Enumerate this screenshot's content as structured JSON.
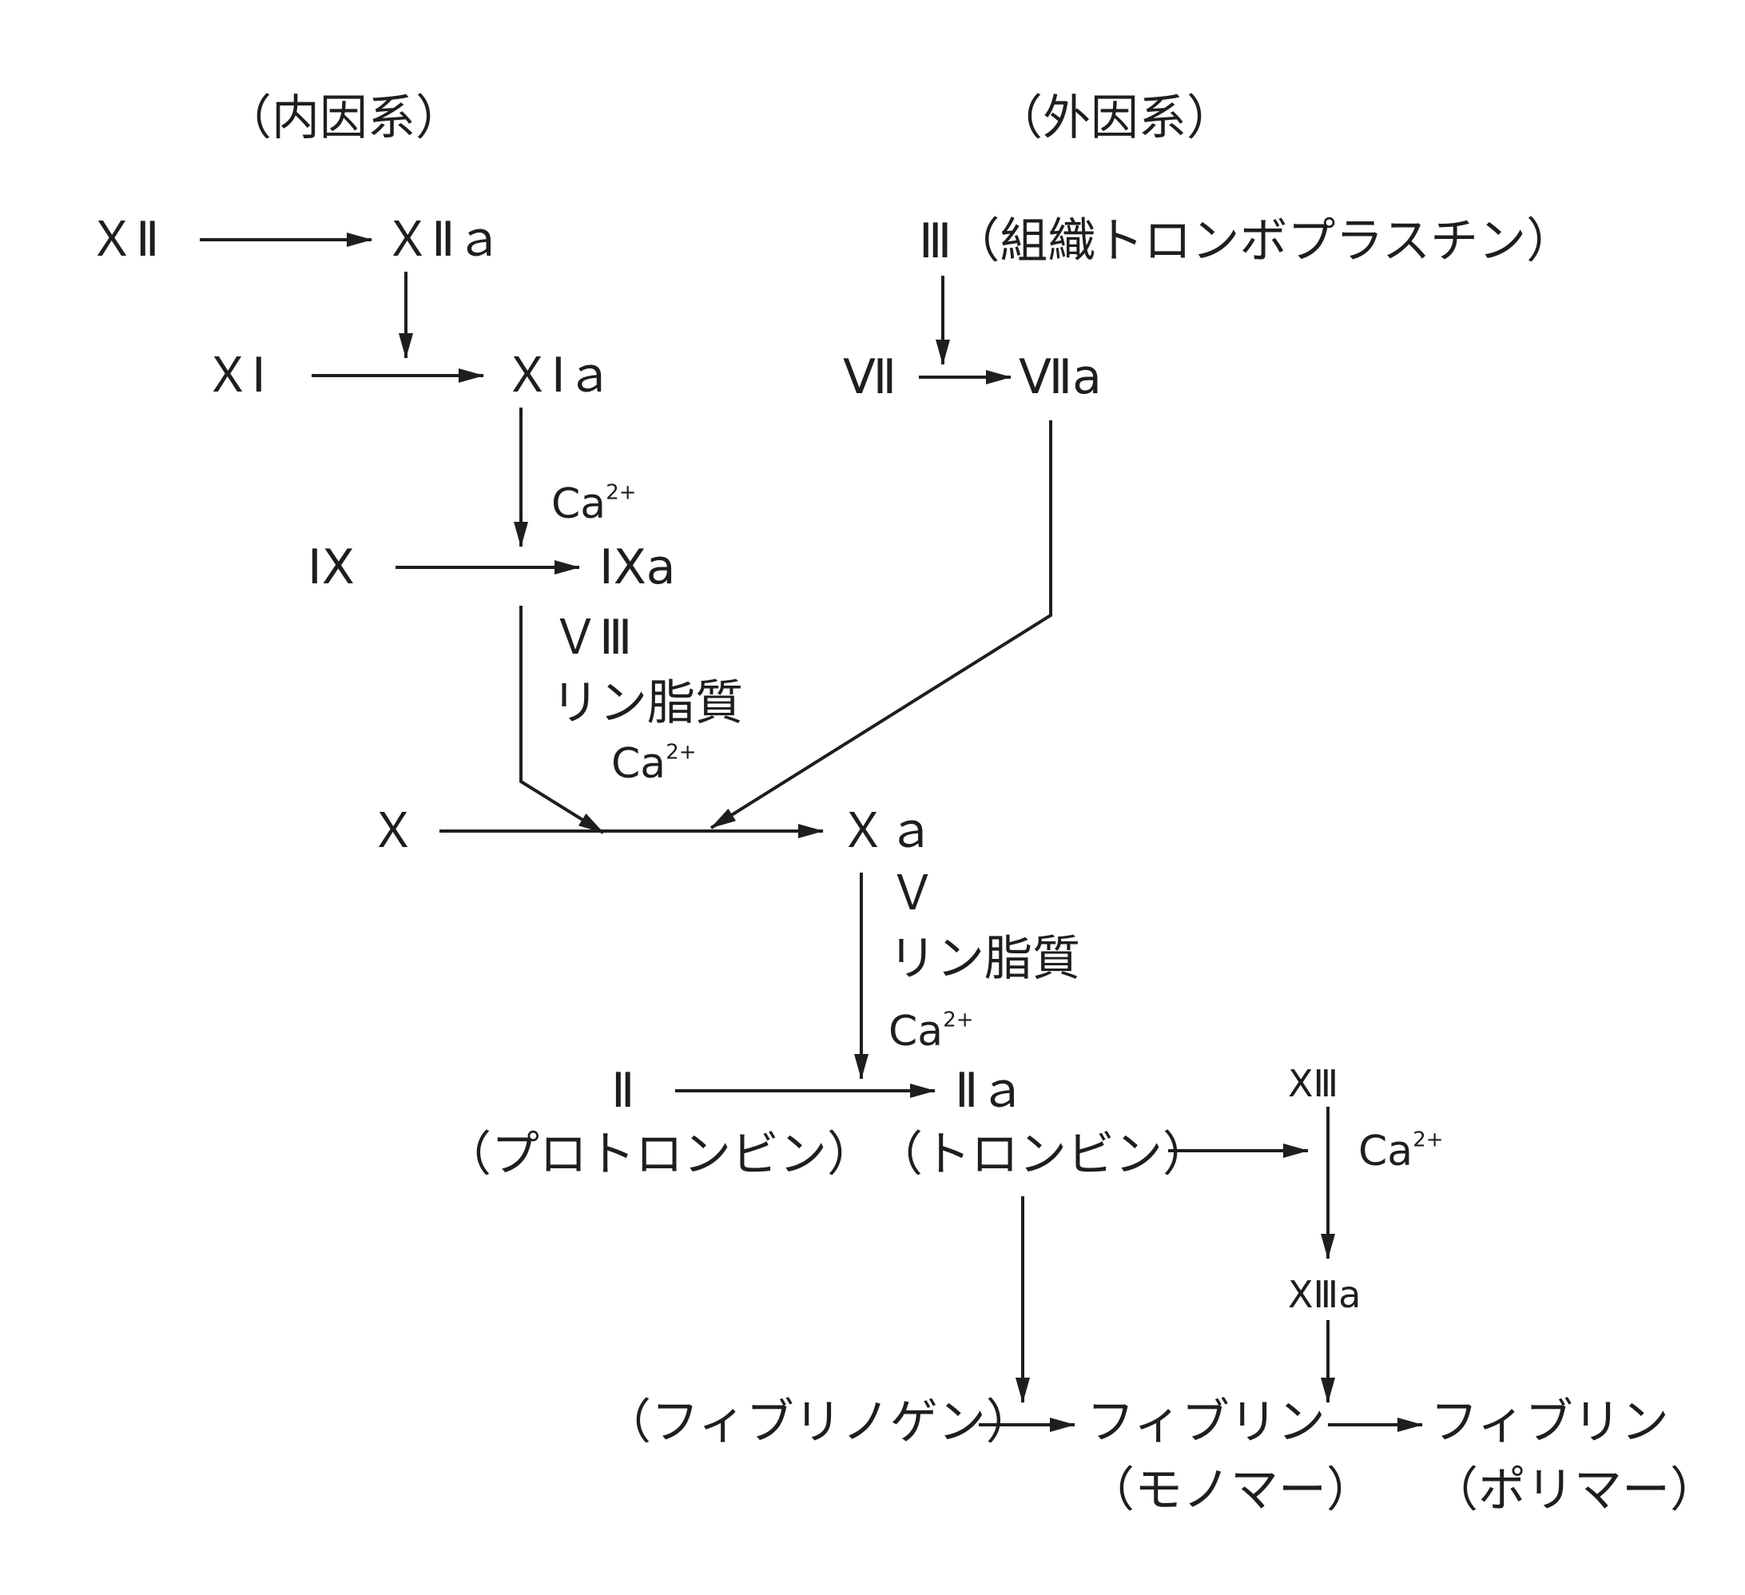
{
  "headers": {
    "intrinsic": "（内因系）",
    "extrinsic": "（外因系）"
  },
  "intrinsic": {
    "xii": "ＸⅡ",
    "xiia": "ＸⅡａ",
    "xi": "ＸⅠ",
    "xia": "ＸⅠａ",
    "ca_1": "Ca",
    "ix": "ⅠX",
    "ixa": "ⅠXa",
    "cof_viii": "ＶⅢ",
    "cof_lipid": "リン脂質",
    "ca_2": "Ca"
  },
  "extrinsic": {
    "iii": "Ⅲ（組織トロンボプラスチン）",
    "vii": "Ⅶ",
    "viia": "Ⅶa"
  },
  "common": {
    "x": "Ｘ",
    "xa": "Ｘａ",
    "cof_v": "Ｖ",
    "cof_lipid": "リン脂質",
    "ca_3": "Ca",
    "ii": "Ⅱ",
    "prothrombin": "（プロトロンビン）",
    "iia": "Ⅱａ",
    "thrombin": "（トロンビン）",
    "xiii": "ⅩⅢ",
    "ca_4": "Ca",
    "xiiia": "ⅩⅢa",
    "fibrinogen": "（フィブリノゲン）",
    "fibrin_mono": "フィブリン",
    "monomer": "（モノマー）",
    "fibrin_poly": "フィブリン",
    "polymer": "（ポリマー）"
  },
  "ca_superscript": "2+"
}
